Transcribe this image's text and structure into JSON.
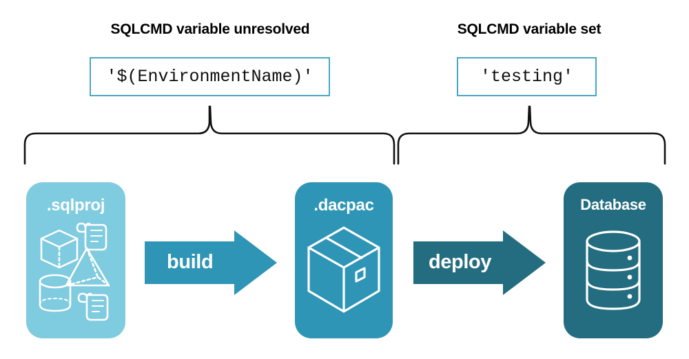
{
  "headings": {
    "left": "SQLCMD variable unresolved",
    "right": "SQLCMD variable set"
  },
  "value_boxes": {
    "left": "'$(EnvironmentName)'",
    "right": "'testing'"
  },
  "stages": [
    {
      "label": ".sqlproj",
      "color": "#7fcbdf",
      "icons": [
        "cube-icon",
        "scroll-icon",
        "pyramid-icon",
        "cylinder-icon",
        "scroll-icon"
      ]
    },
    {
      "label": ".dacpac",
      "color": "#2e95b6",
      "icons": [
        "package-box-icon"
      ]
    },
    {
      "label": "Database",
      "color": "#246d80",
      "icons": [
        "database-cylinder-icon"
      ]
    }
  ],
  "arrows": [
    {
      "label": "build",
      "color": "#2e95b6"
    },
    {
      "label": "deploy",
      "color": "#246d80"
    }
  ],
  "braces": {
    "stroke": "#111111",
    "left_span_label": "sqlproj-to-dacpac-brace",
    "right_span_label": "dacpac-to-database-brace"
  },
  "colors": {
    "accent_light": "#7fcbdf",
    "accent_mid": "#2e95b6",
    "accent_dark": "#246d80",
    "box_border": "#4aa6c4",
    "text": "#000000",
    "background": "#ffffff"
  }
}
